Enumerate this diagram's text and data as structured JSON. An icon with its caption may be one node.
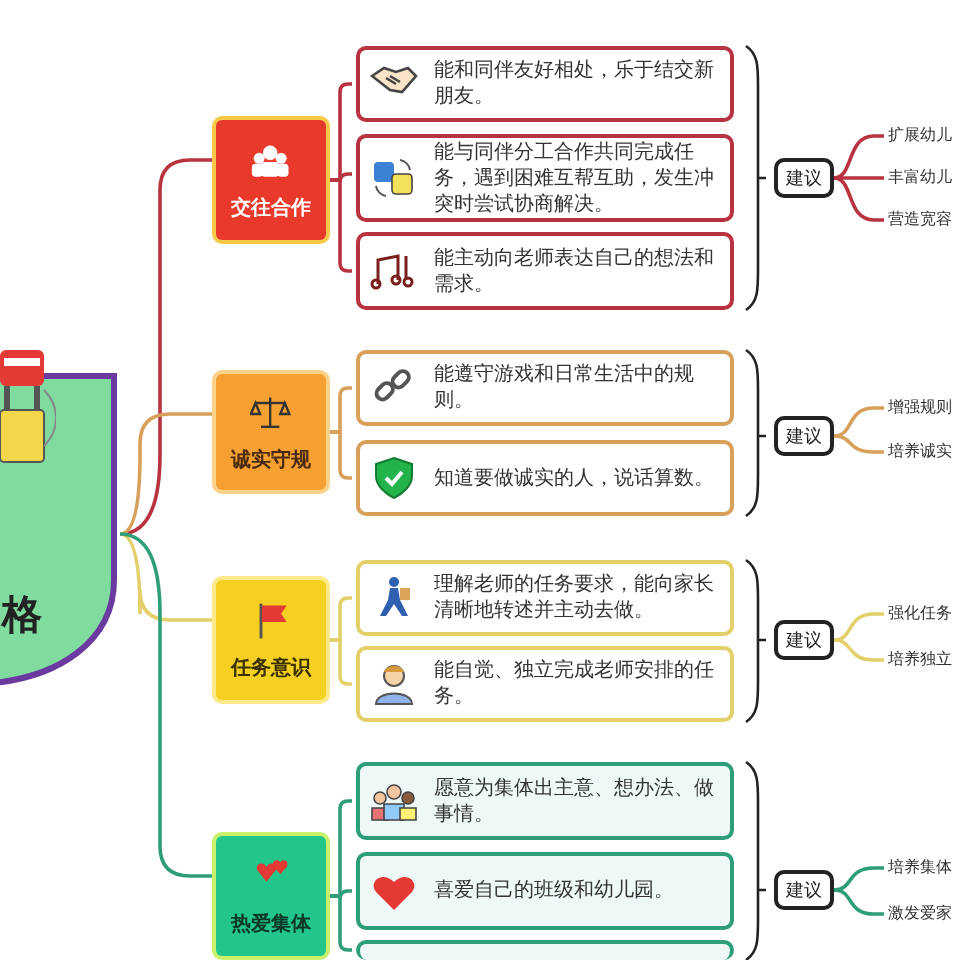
{
  "diagram": {
    "nodes": [
      {
        "text": [
          "格"
        ]
      },
      {
        "text": [
          "交往合作"
        ]
      },
      {
        "text": [
          "能和同伴友好相处，乐于结交新朋友。"
        ]
      },
      {
        "text": [
          "能与同伴分工合作共同完成任务，遇到困难互帮互助，发生冲突时尝试协商解决。"
        ]
      },
      {
        "text": [
          "能主动向老师表达自己的想法和需求。"
        ]
      },
      {
        "text": [
          "建议"
        ]
      },
      {
        "text": [
          "扩展幼儿"
        ]
      },
      {
        "text": [
          "丰富幼儿"
        ]
      },
      {
        "text": [
          "营造宽容"
        ]
      },
      {
        "text": [
          "诚实守规"
        ]
      },
      {
        "text": [
          "能遵守游戏和日常生活中的规则。"
        ]
      },
      {
        "text": [
          "知道要做诚实的人，说话算数。"
        ]
      },
      {
        "text": [
          "建议"
        ]
      },
      {
        "text": [
          "增强规则"
        ]
      },
      {
        "text": [
          "培养诚实"
        ]
      },
      {
        "text": [
          "任务意识"
        ]
      },
      {
        "text": [
          "理解老师的任务要求，能向家长清晰地转述并主动去做。"
        ]
      },
      {
        "text": [
          "能自觉、独立完成老师安排的任务。"
        ]
      },
      {
        "text": [
          "建议"
        ]
      },
      {
        "text": [
          "强化任务"
        ]
      },
      {
        "text": [
          "培养独立"
        ]
      },
      {
        "text": [
          "热爱集体"
        ]
      },
      {
        "text": [
          "愿意为集体出主意、想办法、做事情。"
        ]
      },
      {
        "text": [
          "喜爱自己的班级和幼儿园。"
        ]
      },
      {
        "text": [],
        "shape": "box"
      },
      {
        "text": [
          "建议"
        ]
      },
      {
        "text": [
          "培养集体"
        ]
      },
      {
        "text": [
          "激发爱家"
        ]
      }
    ],
    "edges": [
      {
        "from": 0,
        "to": 1,
        "arrow": "none"
      },
      {
        "from": 1,
        "to": 2,
        "arrow": "none"
      },
      {
        "from": 1,
        "to": 3,
        "arrow": "none"
      },
      {
        "from": 1,
        "to": 4,
        "arrow": "none"
      },
      {
        "from": 5,
        "to": 6,
        "arrow": "none"
      },
      {
        "from": 5,
        "to": 7,
        "arrow": "none"
      },
      {
        "from": 5,
        "to": 8,
        "arrow": "none"
      },
      {
        "from": 0,
        "to": 9,
        "arrow": "none",
        "color": "#d9a05b"
      },
      {
        "from": 9,
        "to": 10,
        "arrow": "none",
        "color": "#d9a05b"
      },
      {
        "from": 9,
        "to": 11,
        "arrow": "none",
        "color": "#d9a05b"
      },
      {
        "from": 12,
        "to": 13,
        "arrow": "none",
        "color": "#d9a05b"
      },
      {
        "from": 12,
        "to": 14,
        "arrow": "none",
        "color": "#d9a05b"
      },
      {
        "from": 0,
        "to": 15,
        "arrow": "none",
        "color": "#e3d06a"
      },
      {
        "from": 15,
        "to": 16,
        "arrow": "none",
        "color": "#e3d06a"
      },
      {
        "from": 15,
        "to": 17,
        "arrow": "none",
        "color": "#e3d06a"
      },
      {
        "from": 18,
        "to": 19,
        "arrow": "none",
        "color": "#e3d06a"
      },
      {
        "from": 18,
        "to": 20,
        "arrow": "none",
        "color": "#e3d06a"
      },
      {
        "from": 0,
        "to": 21,
        "arrow": "none",
        "color": "#2e9e7a"
      },
      {
        "from": 21,
        "to": 22,
        "arrow": "none",
        "color": "#2e9e7a"
      },
      {
        "from": 21,
        "to": 23,
        "arrow": "none",
        "color": "#2e9e7a"
      },
      {
        "from": 21,
        "to": 24,
        "arrow": "none",
        "color": "#2e9e7a"
      },
      {
        "from": 25,
        "to": 26,
        "arrow": "none",
        "color": "#2e9e7a"
      },
      {
        "from": 25,
        "to": 27,
        "arrow": "none",
        "color": "#2e9e7a"
      }
    ]
  }
}
